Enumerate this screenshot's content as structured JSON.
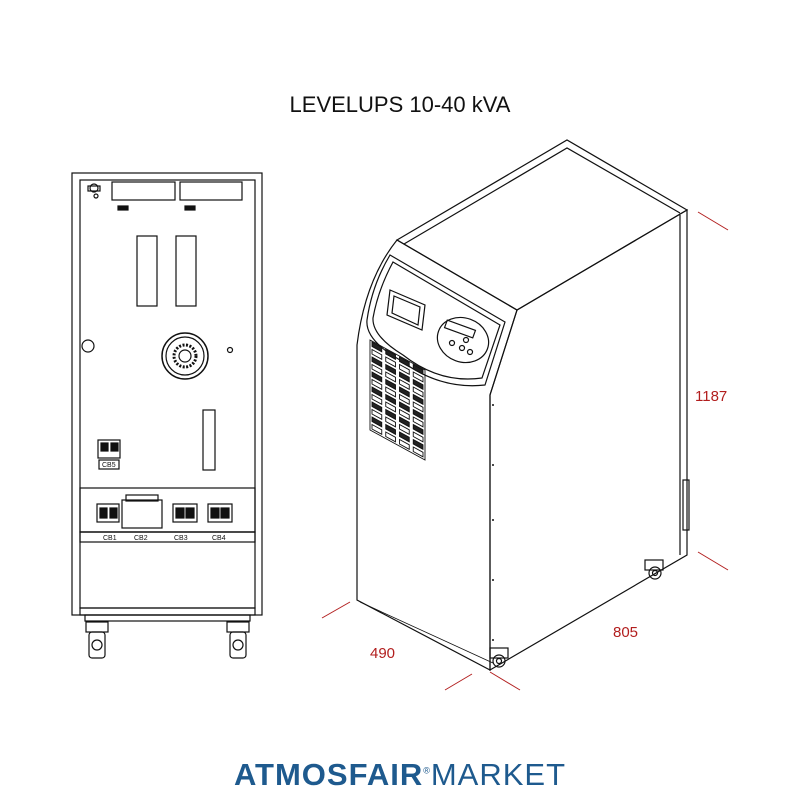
{
  "title": "LEVELUPS 10-40 kVA",
  "dimensions": {
    "height": "1187",
    "depth": "805",
    "width": "490"
  },
  "breakers": {
    "cb1": "CB1",
    "cb2": "CB2",
    "cb3": "CB3",
    "cb4": "CB4",
    "cb5": "CB5"
  },
  "brand": {
    "part1": "ATMOSFAIR",
    "registered": "®",
    "part2": "MARKET"
  },
  "colors": {
    "dimension": "#b21e1e",
    "brand": "#1e5a8e",
    "line": "#111111"
  }
}
